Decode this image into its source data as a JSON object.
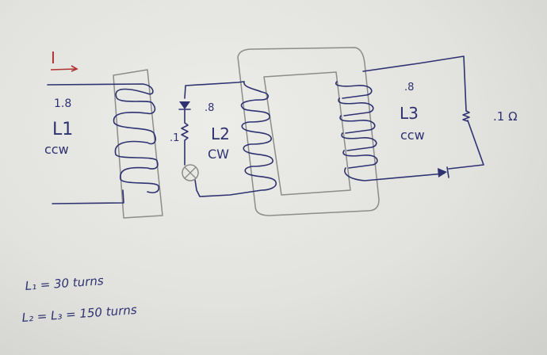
{
  "colors": {
    "ink": "#2e3270",
    "pencil": "#8c8c8c",
    "current_arrow": "#b03232",
    "paper": "#e6e6e2"
  },
  "current": {
    "label": "I"
  },
  "coil_l1": {
    "coupling": "1.8",
    "name": "L1",
    "direction": "ccw"
  },
  "coil_l2": {
    "coupling": ".8",
    "name": "L2",
    "direction": "CW",
    "resistor": ".1"
  },
  "coil_l3": {
    "coupling": ".8",
    "name": "L3",
    "direction": "ccw",
    "resistor": ".1 Ω"
  },
  "notes": {
    "line1": "L₁ = 30 turns",
    "line2": "L₂ = L₃ = 150 turns"
  }
}
